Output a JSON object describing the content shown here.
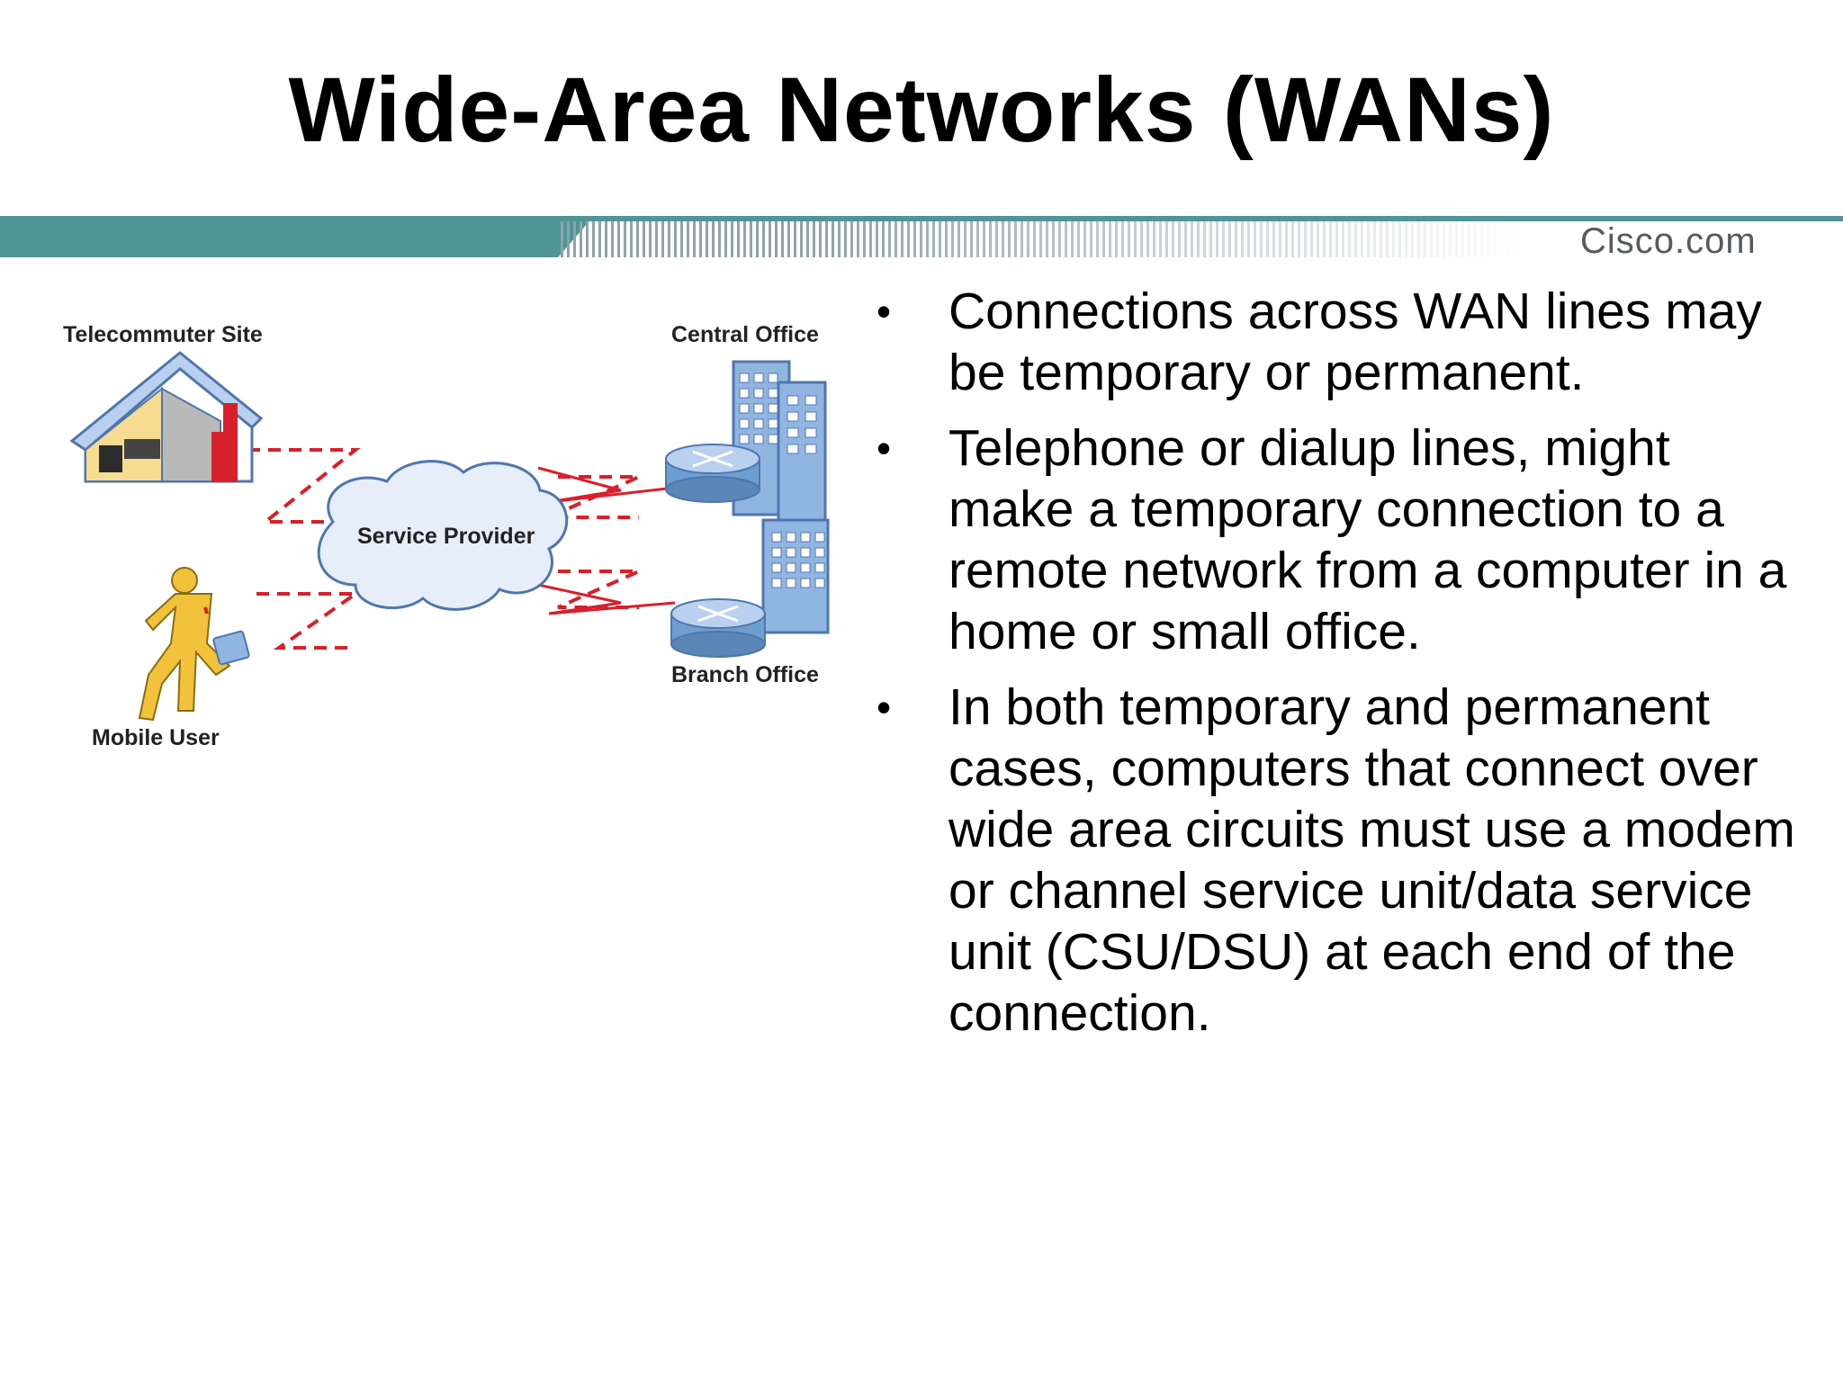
{
  "slide": {
    "title": "Wide-Area Networks (WANs)",
    "brand": "Cisco.com"
  },
  "colors": {
    "band_teal": "#4f9497",
    "link_red": "#d8202a",
    "device_blue": "#6f9fd0",
    "person_yellow": "#f3c23b"
  },
  "diagram": {
    "labels": {
      "telecommuter": "Telecommuter Site",
      "central_office": "Central Office",
      "service_provider": "Service Provider",
      "branch_office": "Branch Office",
      "mobile_user": "Mobile User"
    },
    "icons": [
      "house-icon",
      "mobile-user-icon",
      "cloud-icon",
      "building-icon",
      "router-icon"
    ]
  },
  "bullets": [
    {
      "marker": "•",
      "text": "Connections across WAN lines may be temporary or permanent."
    },
    {
      "marker": "•",
      "text": "Telephone or dialup lines, might make a temporary connection to a remote network from a computer in a home or small office."
    },
    {
      "marker": "•",
      "text": "In both temporary and permanent cases, computers that connect over wide area circuits must use a modem or channel service unit/data service unit (CSU/DSU) at each end of the connection."
    }
  ]
}
